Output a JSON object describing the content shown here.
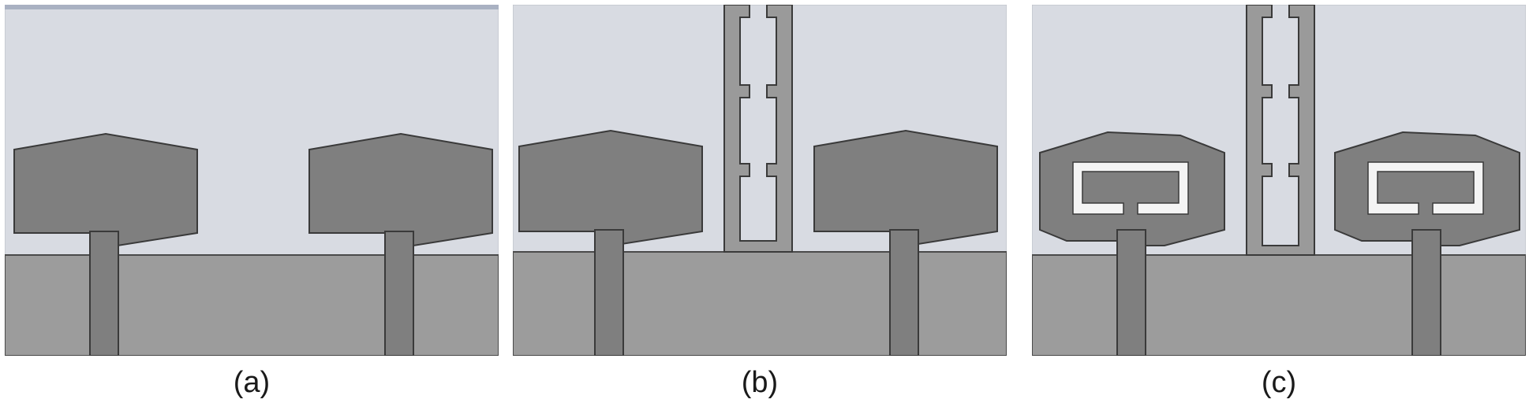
{
  "figure": {
    "panels": [
      {
        "id": "a",
        "label": "(a)"
      },
      {
        "id": "b",
        "label": "(b)"
      },
      {
        "id": "c",
        "label": "(c)"
      }
    ]
  },
  "colors": {
    "sky": "#d8dbe2",
    "sky_top": "#c8ccd6",
    "ground": "#9c9c9c",
    "patch": "#7f7f7f",
    "stub": "#9a9a9a",
    "outline": "#3a3a3a",
    "slot": "#f4f4f4"
  }
}
